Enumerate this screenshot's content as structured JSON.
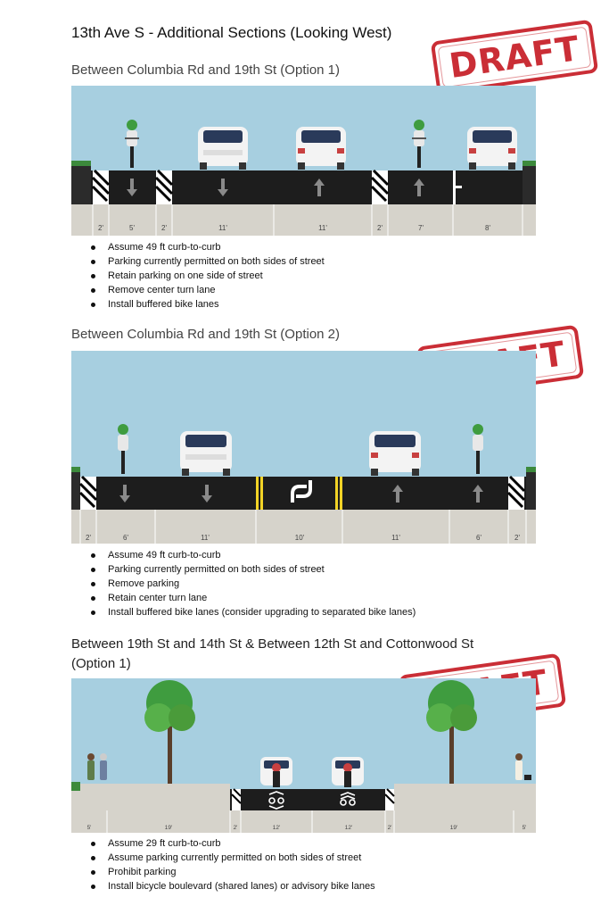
{
  "page_title": "13th Ave S - Additional Sections (Looking West)",
  "stamp_text": "DRAFT",
  "colors": {
    "sky": "#a7cfe0",
    "asphalt": "#1d1d1d",
    "sidewalk": "#d6d3cb",
    "stamp": "#c8232c",
    "median": "#f2d326"
  },
  "sections": [
    {
      "title": "Between Columbia Rd and 19th St (Option 1)",
      "widths": [
        "2'",
        "5'",
        "2'",
        "11'",
        "11'",
        "2'",
        "7'",
        "8'"
      ],
      "bullets": [
        "Assume 49 ft curb-to-curb",
        "Parking currently permitted on both sides of street",
        "Retain parking on one side of street",
        "Remove center turn lane",
        "Install buffered bike lanes"
      ]
    },
    {
      "title": "Between Columbia Rd and 19th St (Option 2)",
      "widths": [
        "2'",
        "6'",
        "11'",
        "10'",
        "11'",
        "6'",
        "2'"
      ],
      "bullets": [
        "Assume 49 ft curb-to-curb",
        "Parking currently permitted on both sides of street",
        "Remove parking",
        "Retain center turn lane",
        "Install buffered bike lanes (consider upgrading to separated bike lanes)"
      ]
    },
    {
      "title": "Between 19th St and 14th St & Between 12th St and Cottonwood St (Option 1)",
      "widths": [
        "5'",
        "19'",
        "2'",
        "12'",
        "12'",
        "2'",
        "19'",
        "5'"
      ],
      "bullets": [
        "Assume 29 ft curb-to-curb",
        "Assume parking currently permitted on both sides of street",
        "Prohibit parking",
        "Install bicycle boulevard (shared lanes) or advisory bike lanes"
      ]
    }
  ]
}
